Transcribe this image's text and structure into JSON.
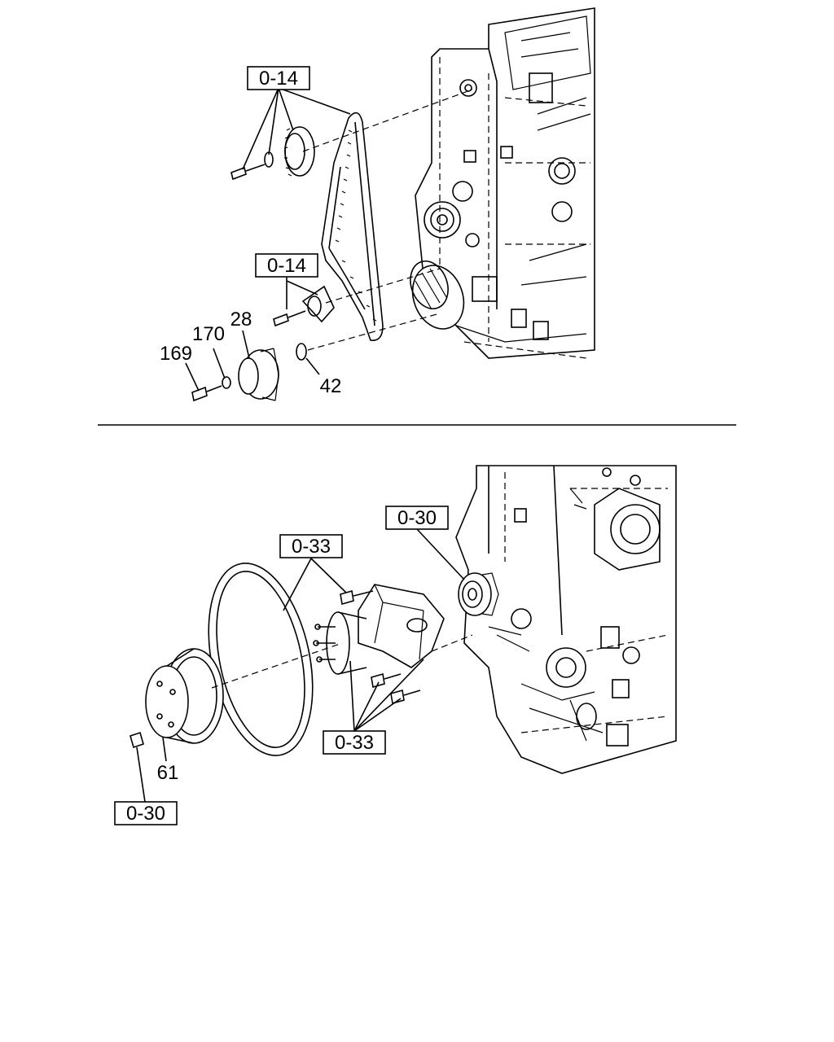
{
  "top_view": {
    "callouts": {
      "ref_upper": "0-14",
      "ref_lower": "0-14",
      "part_169": "169",
      "part_170": "170",
      "part_28": "28",
      "part_42": "42"
    }
  },
  "bottom_view": {
    "callouts": {
      "ref_pump": "0-30",
      "ref_bracket_upper": "0-33",
      "ref_bracket_lower": "0-33",
      "ref_nut": "0-30",
      "part_61": "61"
    }
  },
  "colors": {
    "line": "#000000",
    "background": "#ffffff"
  }
}
